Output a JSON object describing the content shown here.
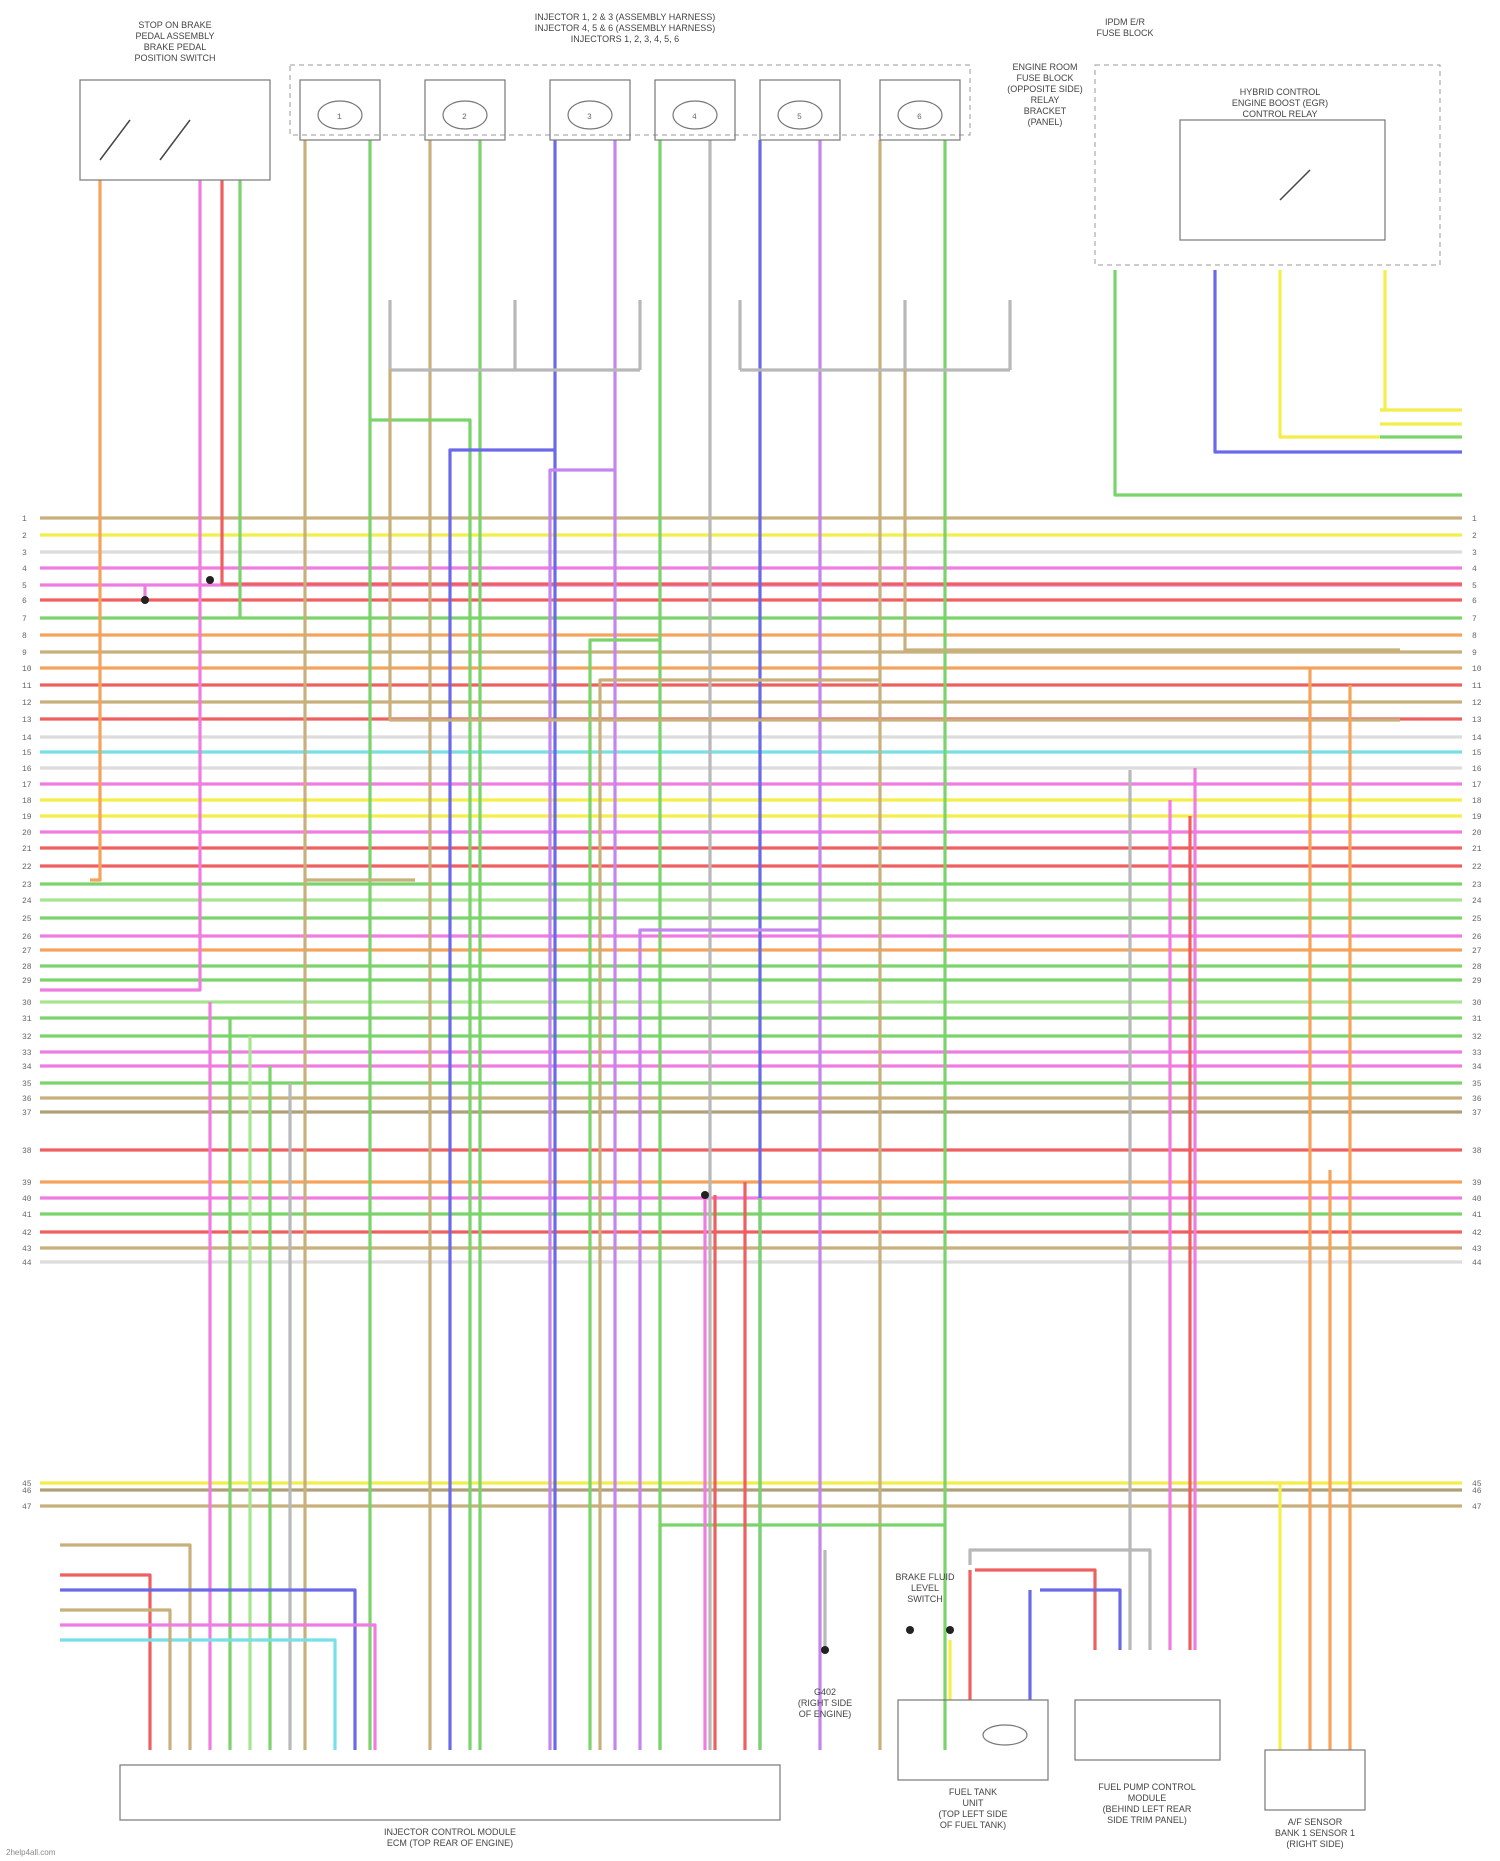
{
  "colors": {
    "ORG": "#f5a35c",
    "YEL": "#f2ee4a",
    "GRN": "#7bd36b",
    "LT GRN": "#a6e48f",
    "BLU": "#6a6ae8",
    "VIO": "#c486ec",
    "PNK": "#ef7ce0",
    "RED": "#ee5f5f",
    "TAN": "#c8b07c",
    "BRN": "#b0a079",
    "GRY": "#b8b8b8",
    "WHT": "#dcdcdc",
    "LT BLU": "#77dfe8"
  },
  "labels": {
    "stop_switch": [
      "STOP ON BRAKE",
      "PEDAL ASSEMBLY",
      "BRAKE PEDAL",
      "POSITION SWITCH"
    ],
    "injectors": [
      "INJECTOR 1, 2 & 3 (ASSEMBLY HARNESS)",
      "INJECTOR 4, 5 & 6 (ASSEMBLY HARNESS)",
      "INJECTORS 1, 2, 3, 4, 5, 6"
    ],
    "relay_block": [
      "HYBRID CONTROL",
      "ENGINE BOOST (EGR)",
      "CONTROL RELAY"
    ],
    "fuse_box": [
      "IPDM E/R",
      "FUSE BLOCK"
    ],
    "relay_side": [
      "ENGINE ROOM",
      "FUSE BLOCK",
      "(OPPOSITE SIDE)",
      "RELAY",
      "BRACKET",
      "(PANEL)"
    ],
    "ecm": [
      "INJECTOR CONTROL MODULE",
      "ECM (TOP REAR OF ENGINE)"
    ],
    "fuel_tank": [
      "FUEL TANK",
      "UNIT",
      "(TOP LEFT SIDE",
      "OF FUEL TANK)"
    ],
    "fuel_pump": [
      "FUEL PUMP CONTROL",
      "MODULE",
      "(BEHIND LEFT REAR",
      "SIDE TRIM PANEL)"
    ],
    "o2": [
      "A/F SENSOR",
      "BANK 1 SENSOR 1",
      "(RIGHT SIDE)"
    ],
    "ground": [
      "G402",
      "(RIGHT SIDE",
      "OF ENGINE)"
    ],
    "eps": [
      "BRAKE FLUID",
      "LEVEL",
      "SWITCH"
    ],
    "watermark": "2help4all.com"
  }
}
